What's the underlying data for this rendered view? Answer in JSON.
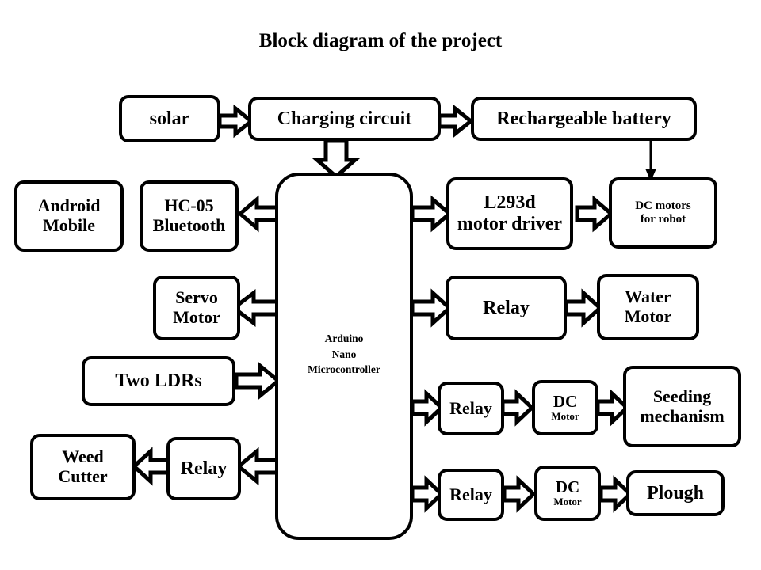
{
  "title": "Block diagram of the project",
  "blocks": {
    "solar": {
      "label": "solar"
    },
    "charging": {
      "label": "Charging circuit"
    },
    "battery": {
      "label": "Rechargeable battery"
    },
    "android": {
      "line1": "Android",
      "line2": "Mobile"
    },
    "bluetooth": {
      "line1": "HC-05",
      "line2": "Bluetooth"
    },
    "arduino": {
      "line1": "Arduino",
      "line2": "Nano",
      "line3": "Microcontroller"
    },
    "motordriver": {
      "line1": "L293d",
      "line2": "motor driver"
    },
    "dcmotors": {
      "line1": "DC motors",
      "line2": "for robot"
    },
    "servo": {
      "line1": "Servo",
      "line2": "Motor"
    },
    "relay_water": {
      "label": "Relay"
    },
    "watermotor": {
      "line1": "Water",
      "line2": "Motor"
    },
    "ldrs": {
      "label": "Two LDRs"
    },
    "relay_seed": {
      "label": "Relay"
    },
    "dc_seed": {
      "line1": "DC",
      "line2": "Motor"
    },
    "seeding": {
      "line1": "Seeding",
      "line2": "mechanism"
    },
    "weedcutter": {
      "line1": "Weed",
      "line2": "Cutter"
    },
    "relay_weed": {
      "label": "Relay"
    },
    "relay_plough": {
      "label": "Relay"
    },
    "dc_plough": {
      "line1": "DC",
      "line2": "Motor"
    },
    "plough": {
      "label": "Plough"
    }
  },
  "connections": [
    {
      "from": "solar",
      "to": "charging",
      "style": "block",
      "direction": "right"
    },
    {
      "from": "charging",
      "to": "battery",
      "style": "block",
      "direction": "right"
    },
    {
      "from": "charging",
      "to": "arduino",
      "style": "block",
      "direction": "down"
    },
    {
      "from": "battery",
      "to": "dcmotors",
      "style": "thin",
      "direction": "down"
    },
    {
      "from": "arduino",
      "to": "bluetooth",
      "style": "block",
      "direction": "left"
    },
    {
      "from": "arduino",
      "to": "motordriver",
      "style": "block",
      "direction": "right"
    },
    {
      "from": "motordriver",
      "to": "dcmotors",
      "style": "block",
      "direction": "right"
    },
    {
      "from": "arduino",
      "to": "servo",
      "style": "block",
      "direction": "left"
    },
    {
      "from": "arduino",
      "to": "relay_water",
      "style": "block",
      "direction": "right"
    },
    {
      "from": "relay_water",
      "to": "watermotor",
      "style": "block",
      "direction": "right"
    },
    {
      "from": "ldrs",
      "to": "arduino",
      "style": "block",
      "direction": "right"
    },
    {
      "from": "arduino",
      "to": "relay_seed",
      "style": "block",
      "direction": "right"
    },
    {
      "from": "relay_seed",
      "to": "dc_seed",
      "style": "block",
      "direction": "right"
    },
    {
      "from": "dc_seed",
      "to": "seeding",
      "style": "block",
      "direction": "right"
    },
    {
      "from": "arduino",
      "to": "relay_weed",
      "style": "block",
      "direction": "left"
    },
    {
      "from": "relay_weed",
      "to": "weedcutter",
      "style": "block",
      "direction": "left"
    },
    {
      "from": "arduino",
      "to": "relay_plough",
      "style": "block",
      "direction": "right"
    },
    {
      "from": "relay_plough",
      "to": "dc_plough",
      "style": "block",
      "direction": "right"
    },
    {
      "from": "dc_plough",
      "to": "plough",
      "style": "block",
      "direction": "right"
    }
  ],
  "colors": {
    "stroke": "#000000",
    "fill": "#ffffff",
    "background": "#ffffff"
  }
}
